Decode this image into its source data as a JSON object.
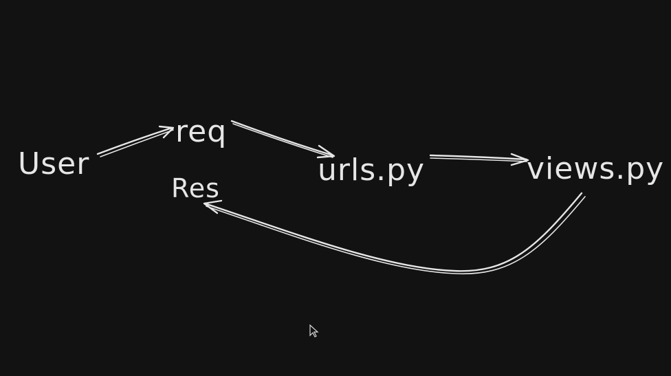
{
  "diagram": {
    "nodes": {
      "user": "User",
      "req": "req",
      "urls": "urls.py",
      "views": "views.py",
      "res": "Res"
    },
    "edges": [
      {
        "from": "User",
        "to": "req"
      },
      {
        "from": "req",
        "to": "urls.py"
      },
      {
        "from": "urls.py",
        "to": "views.py"
      },
      {
        "from": "views.py",
        "to": "Res"
      }
    ]
  },
  "colors": {
    "background": "#121212",
    "ink": "#e6e6e6"
  },
  "icons": {
    "cursor": "mouse-pointer-icon"
  }
}
